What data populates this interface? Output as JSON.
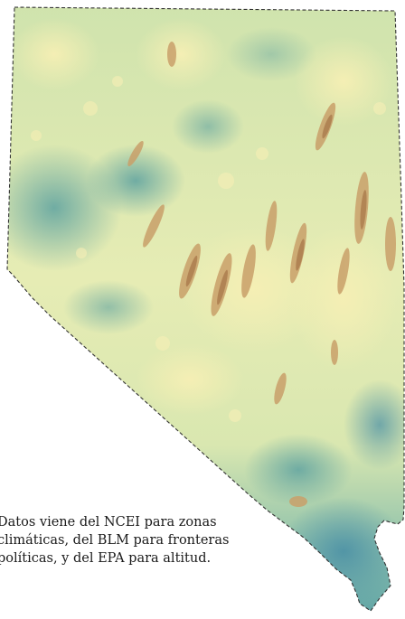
{
  "map": {
    "region": "Nevada",
    "style": "shaded elevation relief with dashed state boundary",
    "colors": {
      "lowland": "#6fb3ad",
      "valley": "#9cc9a8",
      "mid": "#dfe9b2",
      "upland": "#f5edb0",
      "high": "#d8b27a",
      "peak": "#a8784a",
      "water": "#4f93a6",
      "border": "#333333"
    }
  },
  "caption": {
    "line1": "Datos viene del NCEI para zonas",
    "line2": "climáticas, del BLM para fronteras",
    "line3": "políticas, y del EPA para altitud."
  }
}
